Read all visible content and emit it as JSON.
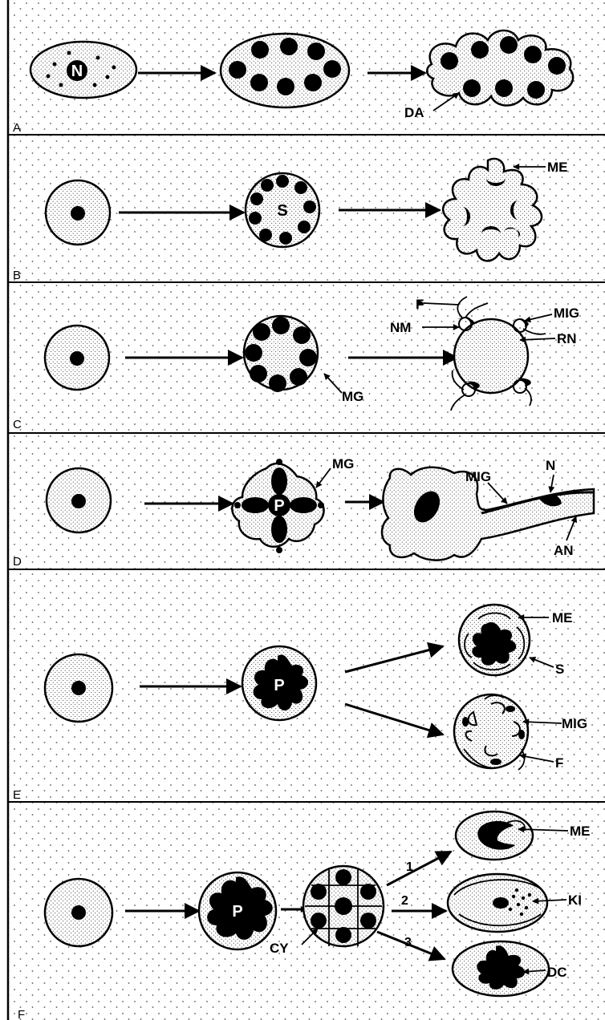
{
  "panels": [
    {
      "letter": "A",
      "labels": {
        "nucleus": "N",
        "da": "DA"
      }
    },
    {
      "letter": "B",
      "labels": {
        "s": "S",
        "me": "ME"
      }
    },
    {
      "letter": "C",
      "labels": {
        "mg": "MG",
        "f": "F",
        "nm": "NM",
        "mig": "MIG",
        "rn": "RN"
      }
    },
    {
      "letter": "D",
      "labels": {
        "mg": "MG",
        "p": "P",
        "mig": "MIG",
        "n": "N",
        "an": "AN"
      }
    },
    {
      "letter": "E",
      "labels": {
        "p": "P",
        "me": "ME",
        "s": "S",
        "mig": "MIG",
        "f": "F"
      }
    },
    {
      "letter": "F",
      "labels": {
        "p": "P",
        "cy": "CY",
        "me": "ME",
        "ki": "KI",
        "dc": "DC",
        "n1": "1",
        "n2": "2",
        "n3": "3"
      }
    }
  ]
}
